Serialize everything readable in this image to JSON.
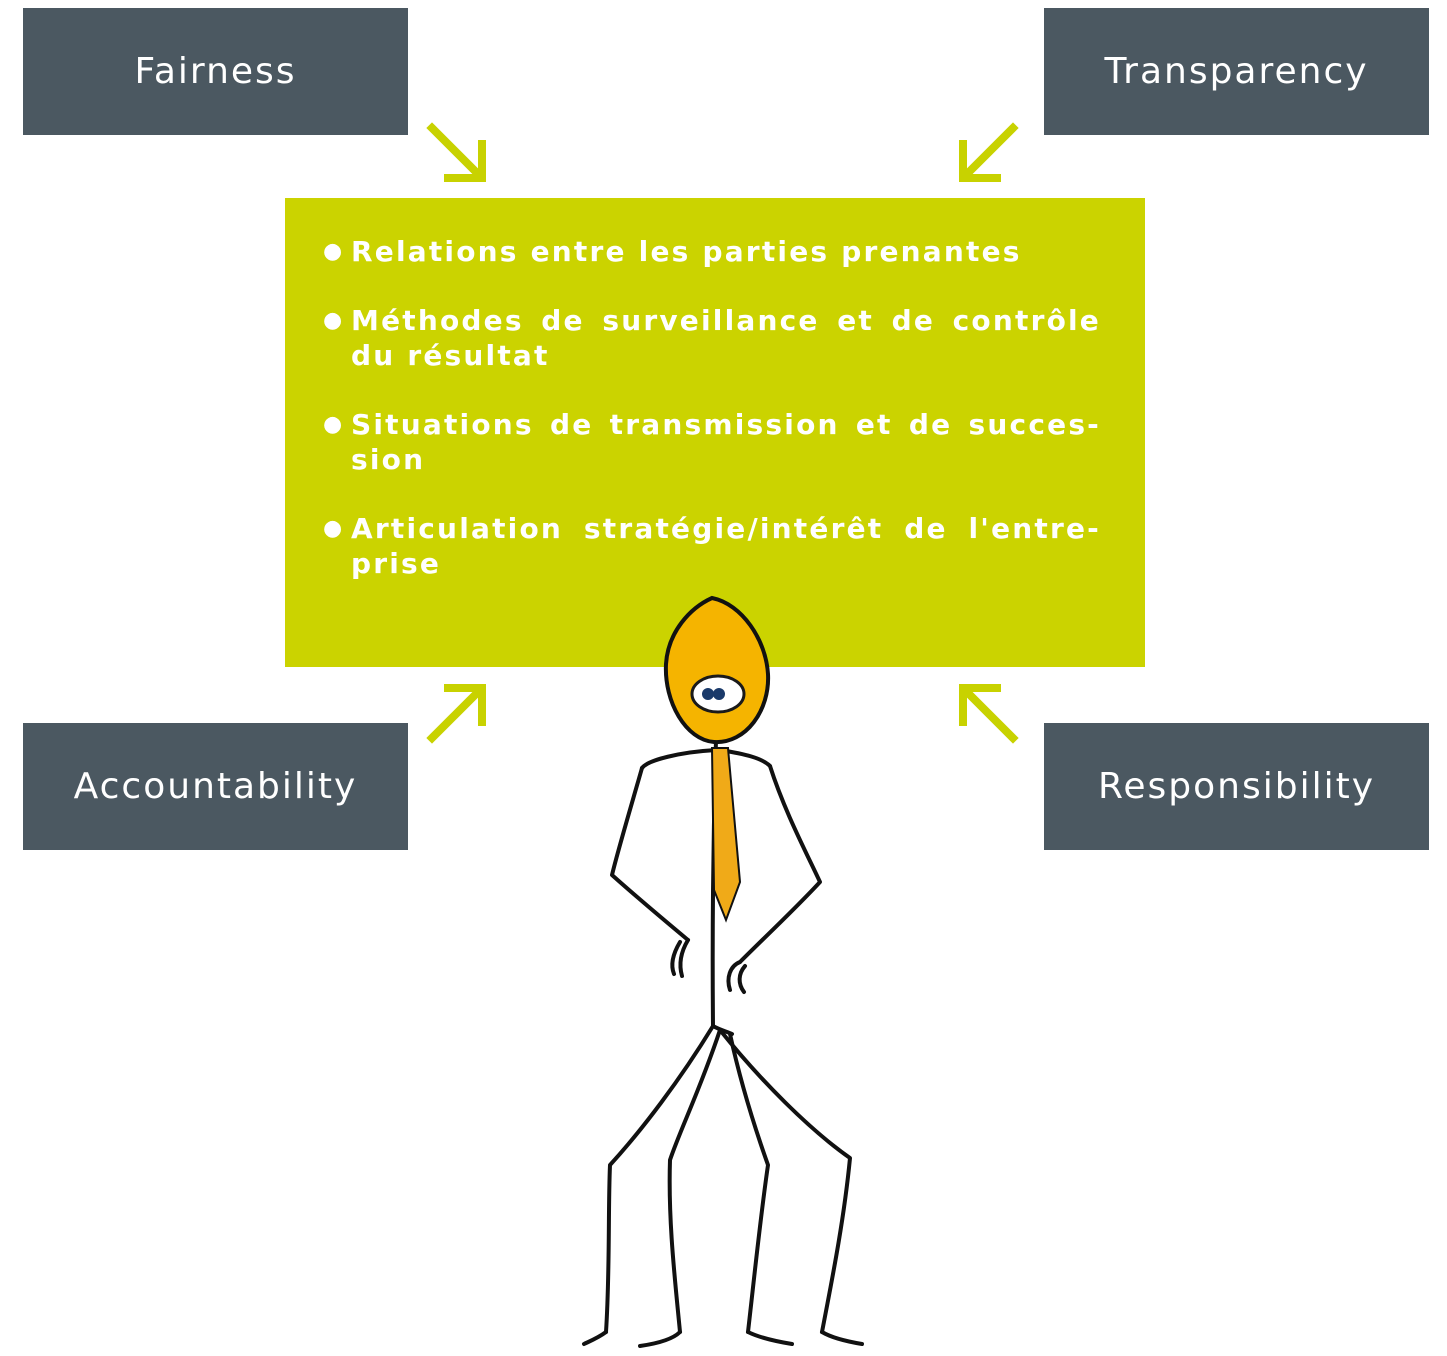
{
  "boxes": {
    "fairness": "Fairness",
    "transparency": "Transparency",
    "accountability": "Accountability",
    "responsibility": "Responsibility"
  },
  "center_list": {
    "items": [
      "Relations entre les parties prenantes",
      "Méthodes de surveillance et de contrôle du résultat",
      "Situations de transmission et de succes-sion",
      "Articulation stratégie/intérêt de l'entre-prise"
    ],
    "bullet": "●"
  },
  "colors": {
    "box_background": "#4b5861",
    "panel_background": "#cbd300",
    "arrow": "#c8d200",
    "figure_head": "#f5b400",
    "figure_tie": "#f0aa18",
    "figure_line": "#111111"
  },
  "icons": {
    "arrows": "diagonal-arrow-icon",
    "figure": "stick-figure-businessman-illustration"
  }
}
